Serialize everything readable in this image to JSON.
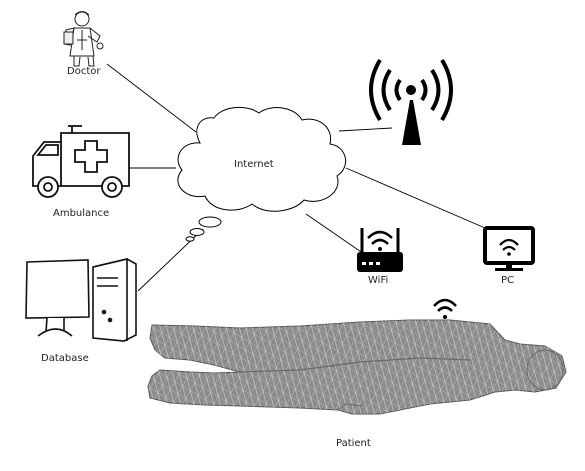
{
  "diagram": {
    "nodes": {
      "doctor": "Doctor",
      "ambulance": "Ambulance",
      "database": "Database",
      "internet": "Internet",
      "wifi": "WiFi",
      "pc": "PC",
      "patient": "Patient"
    },
    "icons": {
      "doctor": "doctor-icon",
      "ambulance": "ambulance-icon",
      "database": "computer-tower-icon",
      "internet": "cloud-icon",
      "tower": "radio-tower-icon",
      "wifi": "wifi-router-icon",
      "pc": "monitor-wifi-icon",
      "patient": "wireframe-body-icon",
      "sensor": "wifi-signal-icon"
    },
    "colors": {
      "stroke": "#000000",
      "body_fill": "#8c8c8c",
      "body_mesh": "#d8d8d8"
    }
  }
}
